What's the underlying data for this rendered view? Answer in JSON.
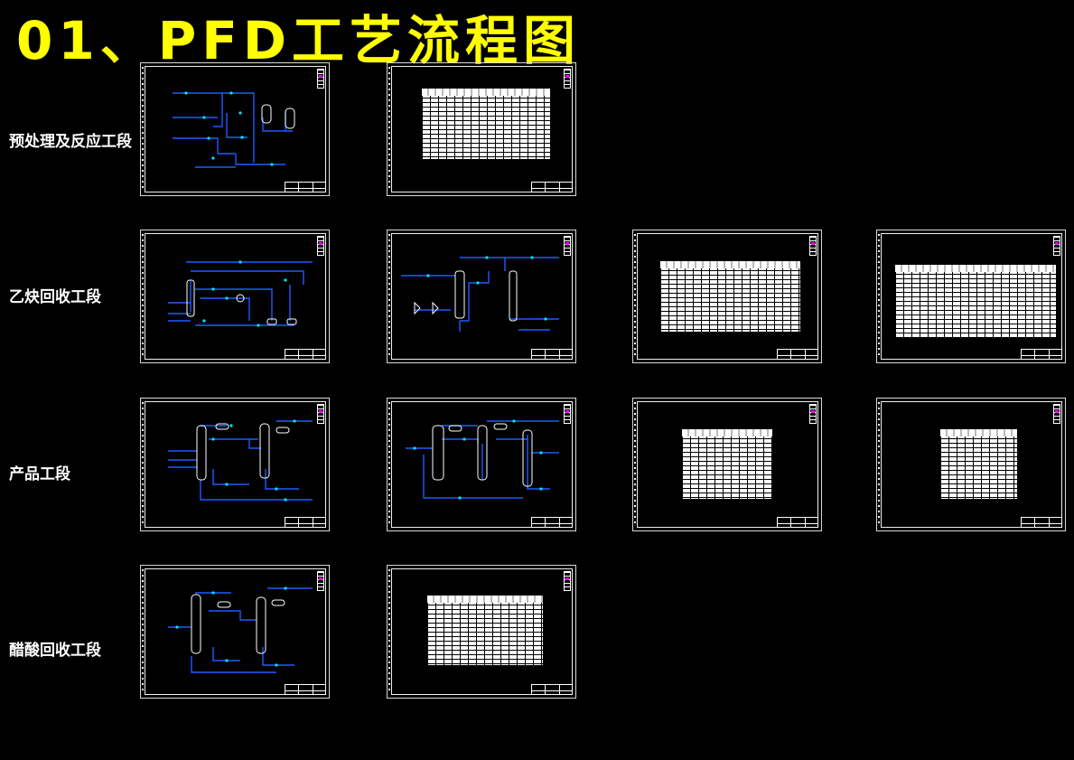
{
  "title": "01、PFD工艺流程图",
  "rows": [
    {
      "label": "预处理及反应工段"
    },
    {
      "label": "乙炔回收工段"
    },
    {
      "label": "产品工段"
    },
    {
      "label": "醋酸回收工段"
    }
  ],
  "colors": {
    "title": "#ffff00",
    "process_line": "#1e5cff",
    "valve": "#00e5ff",
    "frame": "#ffffff",
    "revision_mark": "#ff00ff"
  }
}
